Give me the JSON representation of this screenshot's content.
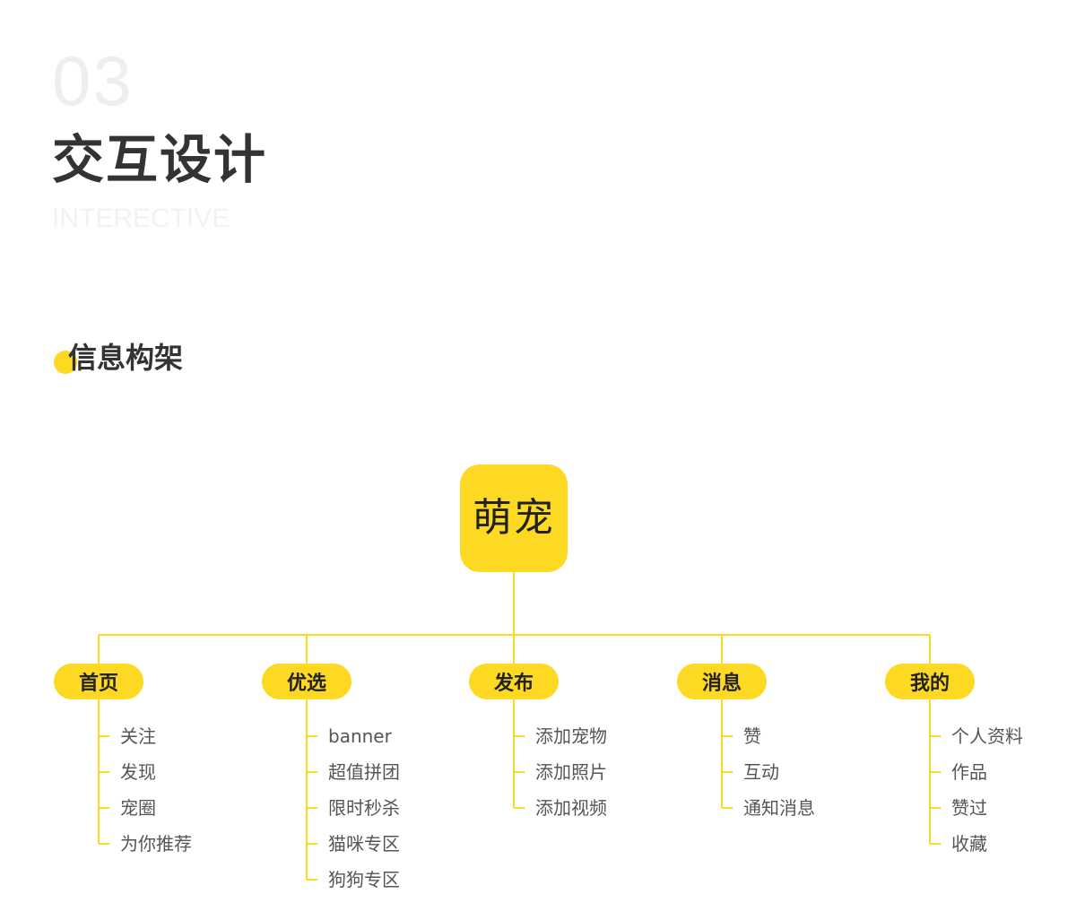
{
  "header": {
    "number": "03",
    "title": "交互设计",
    "subtitle": "INTERECTIVE"
  },
  "section": {
    "heading": "信息构架"
  },
  "tree": {
    "root": "萌宠",
    "branches": [
      {
        "label": "首页",
        "items": [
          "关注",
          "发现",
          "宠圈",
          "为你推荐"
        ]
      },
      {
        "label": "优选",
        "items": [
          "banner",
          "超值拼团",
          "限时秒杀",
          "猫咪专区",
          "狗狗专区"
        ]
      },
      {
        "label": "发布",
        "items": [
          "添加宠物",
          "添加照片",
          "添加视频"
        ]
      },
      {
        "label": "消息",
        "items": [
          "赞",
          "互动",
          "通知消息"
        ]
      },
      {
        "label": "我的",
        "items": [
          "个人资料",
          "作品",
          "赞过",
          "收藏"
        ]
      }
    ]
  },
  "colors": {
    "accent": "#fdd923",
    "title": "#333333",
    "muted": "#eeeeee",
    "item_text": "#555555"
  }
}
